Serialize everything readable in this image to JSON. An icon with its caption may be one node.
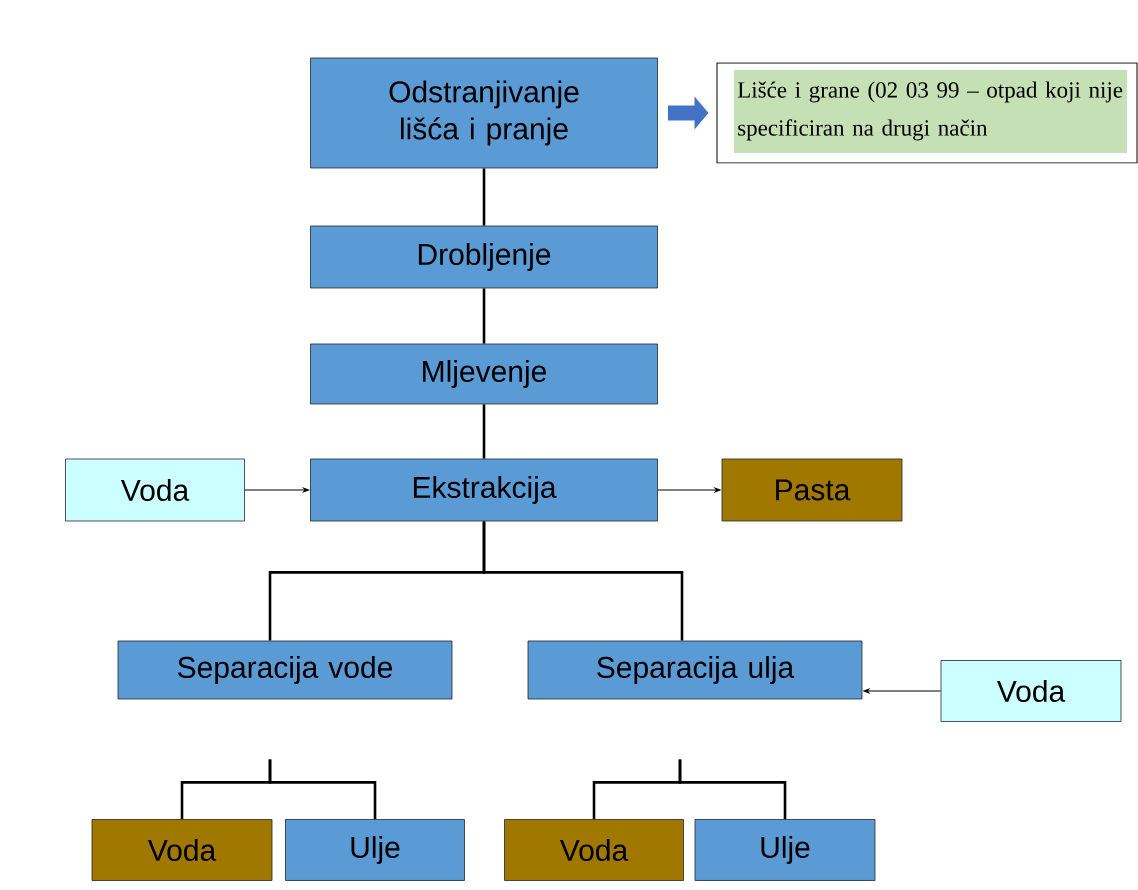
{
  "diagram": {
    "nodes": [
      {
        "text": [
          "Odstranjivanje lišća i pranje"
        ]
      },
      {
        "text": [
          "Lišće i grane (02 03 99 – otpad koji nije specificiran na drugi način"
        ]
      },
      {
        "text": [
          "Drobljenje"
        ]
      },
      {
        "text": [
          "Mljevenje"
        ]
      },
      {
        "text": [
          "Voda"
        ]
      },
      {
        "text": [
          "Ekstrakcija"
        ]
      },
      {
        "text": [
          "Pasta"
        ]
      },
      {
        "text": [
          "Separacija vode"
        ]
      },
      {
        "text": [
          "Separacija ulja"
        ]
      },
      {
        "text": [
          "Voda"
        ]
      },
      {
        "text": [
          "Voda"
        ]
      },
      {
        "text": [
          "Ulje"
        ]
      },
      {
        "text": [
          "Voda"
        ]
      },
      {
        "text": [
          "Ulje"
        ]
      }
    ],
    "edges": [
      {
        "from": 0,
        "to": 1,
        "arrow": "to",
        "style": "thick",
        "color": "#4472c4"
      },
      {
        "from": 0,
        "to": 2,
        "arrow": "none"
      },
      {
        "from": 2,
        "to": 3,
        "arrow": "none"
      },
      {
        "from": 3,
        "to": 5,
        "arrow": "none"
      },
      {
        "from": 4,
        "to": 5,
        "arrow": "to"
      },
      {
        "from": 5,
        "to": 6,
        "arrow": "to"
      },
      {
        "from": 5,
        "to": 7,
        "arrow": "none"
      },
      {
        "from": 5,
        "to": 8,
        "arrow": "none"
      },
      {
        "from": 9,
        "to": 8,
        "arrow": "to"
      },
      {
        "from": 7,
        "to": 10,
        "arrow": "none"
      },
      {
        "from": 7,
        "to": 11,
        "arrow": "none"
      },
      {
        "from": 8,
        "to": 12,
        "arrow": "none"
      },
      {
        "from": 8,
        "to": 13,
        "arrow": "none"
      }
    ]
  }
}
